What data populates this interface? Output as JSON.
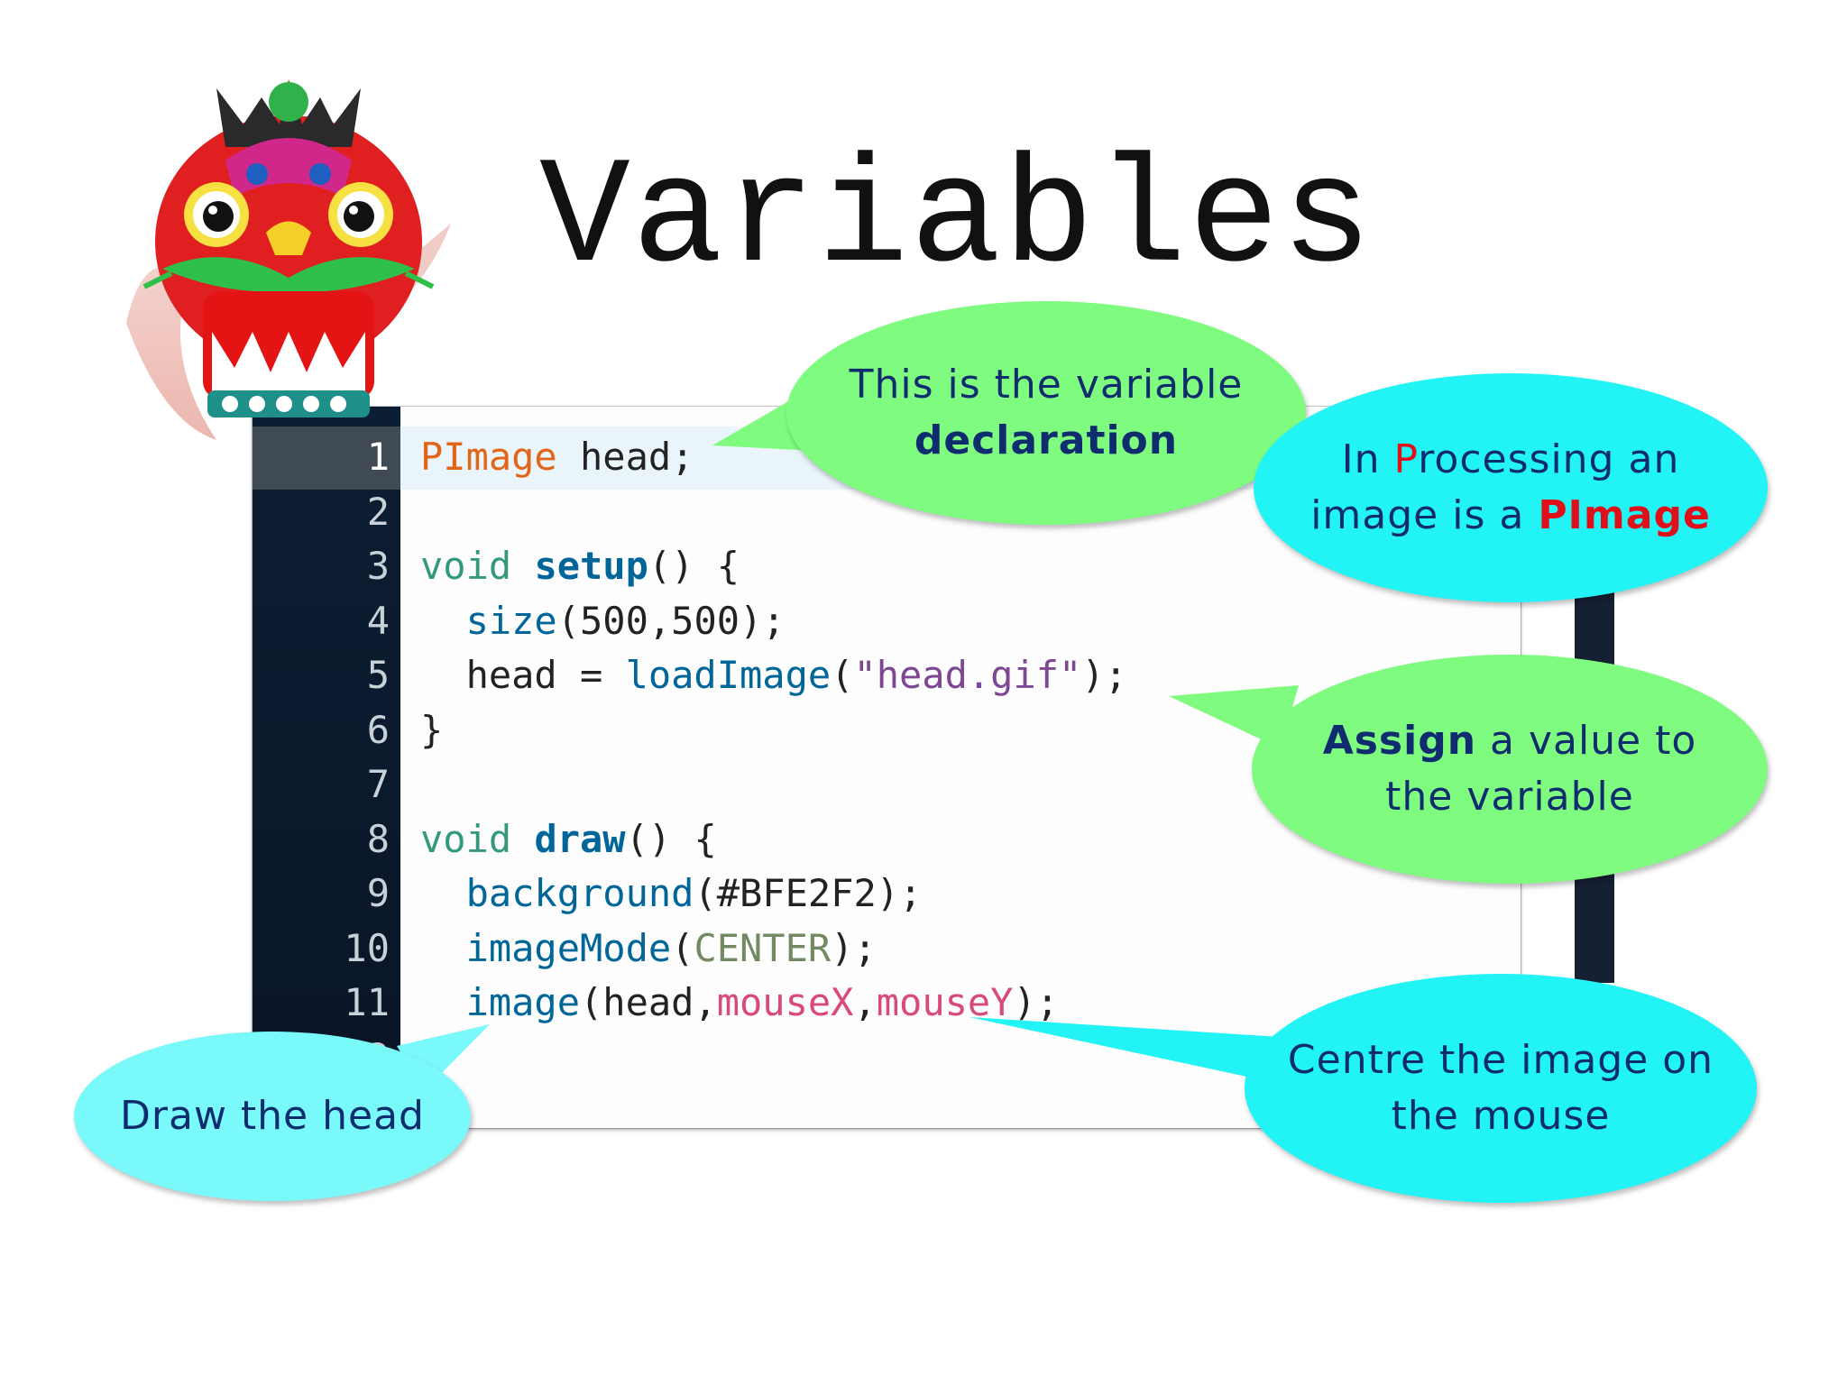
{
  "slide": {
    "title": "Variables"
  },
  "code": {
    "lines": [
      {
        "num": "1",
        "tokens": [
          {
            "t": "PImage",
            "c": "type"
          },
          {
            "t": " head;",
            "c": "plain"
          }
        ]
      },
      {
        "num": "2",
        "tokens": []
      },
      {
        "num": "3",
        "tokens": [
          {
            "t": "void",
            "c": "kw"
          },
          {
            "t": " ",
            "c": "plain"
          },
          {
            "t": "setup",
            "c": "fn"
          },
          {
            "t": "() {",
            "c": "plain"
          }
        ]
      },
      {
        "num": "4",
        "tokens": [
          {
            "t": "  ",
            "c": "plain"
          },
          {
            "t": "size",
            "c": "builtin"
          },
          {
            "t": "(500,500);",
            "c": "plain"
          }
        ]
      },
      {
        "num": "5",
        "tokens": [
          {
            "t": "  head = ",
            "c": "plain"
          },
          {
            "t": "loadImage",
            "c": "builtin"
          },
          {
            "t": "(",
            "c": "plain"
          },
          {
            "t": "\"head.gif\"",
            "c": "str"
          },
          {
            "t": ");",
            "c": "plain"
          }
        ]
      },
      {
        "num": "6",
        "tokens": [
          {
            "t": "}",
            "c": "plain"
          }
        ]
      },
      {
        "num": "7",
        "tokens": []
      },
      {
        "num": "8",
        "tokens": [
          {
            "t": "void",
            "c": "kw"
          },
          {
            "t": " ",
            "c": "plain"
          },
          {
            "t": "draw",
            "c": "fn"
          },
          {
            "t": "() {",
            "c": "plain"
          }
        ]
      },
      {
        "num": "9",
        "tokens": [
          {
            "t": "  ",
            "c": "plain"
          },
          {
            "t": "background",
            "c": "builtin"
          },
          {
            "t": "(#BFE2F2);",
            "c": "plain"
          }
        ]
      },
      {
        "num": "10",
        "tokens": [
          {
            "t": "  ",
            "c": "plain"
          },
          {
            "t": "imageMode",
            "c": "builtin"
          },
          {
            "t": "(",
            "c": "plain"
          },
          {
            "t": "CENTER",
            "c": "const"
          },
          {
            "t": ");",
            "c": "plain"
          }
        ]
      },
      {
        "num": "11",
        "tokens": [
          {
            "t": "  ",
            "c": "plain"
          },
          {
            "t": "image",
            "c": "builtin"
          },
          {
            "t": "(head,",
            "c": "plain"
          },
          {
            "t": "mouseX",
            "c": "var"
          },
          {
            "t": ",",
            "c": "plain"
          },
          {
            "t": "mouseY",
            "c": "var"
          },
          {
            "t": ");",
            "c": "plain"
          }
        ]
      },
      {
        "num": "12",
        "tokens": [
          {
            "t": "}",
            "c": "plain"
          }
        ]
      }
    ]
  },
  "callouts": {
    "declaration": {
      "line1": "This is the variable",
      "line2": "declaration"
    },
    "processing": {
      "p1": "In ",
      "p2": "P",
      "p3": "rocessing an",
      "p4": "image is a ",
      "p5": "PImage"
    },
    "assign": {
      "bold": "Assign",
      "rest": " a value to",
      "line2": "the variable"
    },
    "draw": {
      "text": "Draw the head"
    },
    "centre": {
      "line1": "Centre the image on",
      "line2": "the mouse"
    }
  },
  "icons": {
    "mascot": "lion-dance-head-image"
  },
  "colors": {
    "bubble_green": "#7ffb80",
    "bubble_cyan": "#22f4f6",
    "bubble_cyan_light": "#7af9fb",
    "callout_text": "#0f2c6e",
    "accent_red": "#e0101a"
  }
}
